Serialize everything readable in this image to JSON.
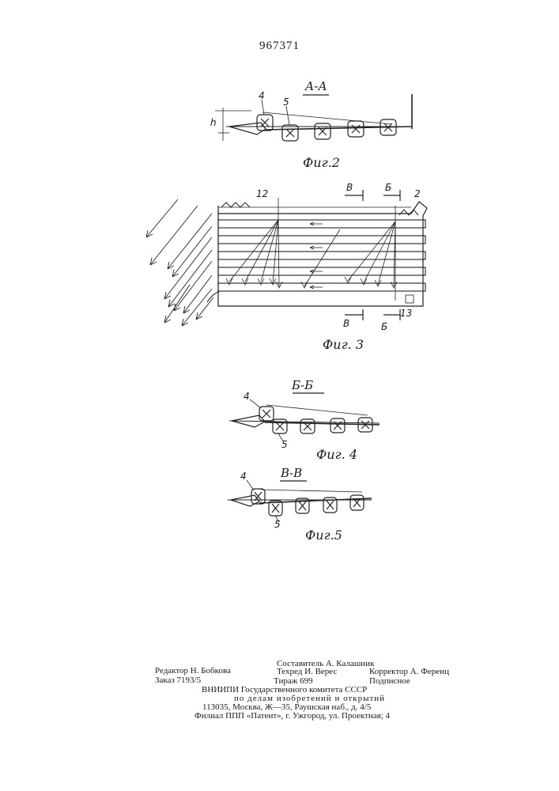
{
  "patent_number": "967371",
  "figures": [
    {
      "caption": "Фиг.2",
      "section_label": "А-А",
      "callouts": [
        "4",
        "5",
        "h"
      ]
    },
    {
      "caption": "Фиг. 3",
      "section_markers": [
        "В",
        "Б",
        "В",
        "Б"
      ],
      "callouts": [
        "12",
        "2",
        "13"
      ]
    },
    {
      "caption": "Фиг. 4",
      "section_label": "Б-Б",
      "callouts": [
        "4",
        "5"
      ]
    },
    {
      "caption": "Фиг.5",
      "section_label": "В-В",
      "callouts": [
        "4",
        "5"
      ]
    }
  ],
  "imprint": {
    "compiler": "Составитель А. Калашник",
    "editor": "Редактор Н. Бобкова",
    "techred": "Техред И. Верес",
    "corrector": "Корректор А. Ференц",
    "order": "Заказ 7193/5",
    "circulation": "Тираж 699",
    "subscription": "Подписное",
    "institute": "ВНИИПИ Государственного комитета СССР",
    "institute_sub": "по делам изобретений и открытий",
    "address": "113035, Москва, Ж—35, Раушская наб., д. 4/5",
    "branch": "Филиал ППП «Патент», г. Ужгород, ул. Проектная; 4"
  }
}
